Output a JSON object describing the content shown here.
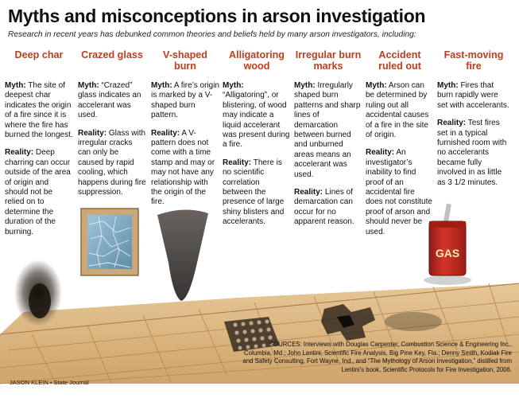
{
  "header": {
    "title": "Myths and misconceptions in arson investigation",
    "subtitle": "Research in recent years has debunked common theories and beliefs held by many arson investigators, including:"
  },
  "labels": {
    "myth": "Myth:",
    "reality": "Reality:"
  },
  "columns": [
    {
      "heading": "Deep char",
      "myth": "The site of deepest char indicates the origin of a fire since it is where the fire has burned the longest.",
      "reality": "Deep charring can occur outside of the area of origin and should not be relied on to determine the duration of the burning."
    },
    {
      "heading": "Crazed glass",
      "myth": "“Crazed” glass indicates an accelerant was used.",
      "reality": "Glass with irregular cracks can only be caused by rapid cooling, which happens during fire suppression."
    },
    {
      "heading": "V-shaped burn",
      "myth": "A fire’s origin is marked by a V-shaped burn pattern.",
      "reality": "A V-pattern does not come with a time stamp and may or may not have any relationship with the origin of the fire."
    },
    {
      "heading": "Alligatoring wood",
      "myth": "“Alligatoring”, or blistering, of wood may indicate a liquid accelerant was present during a fire.",
      "reality": "There is no scientific correlation between the presence of large shiny blisters and accelerants."
    },
    {
      "heading": "Irregular burn marks",
      "myth": "Irregularly shaped burn patterns and sharp lines of demarcation between burned and unburned areas means an accelerant was used.",
      "reality": "Lines of demarcation can occur for no apparent reason."
    },
    {
      "heading": "Accident ruled out",
      "myth": "Arson can be determined by ruling out all accidental causes of a fire in the site of origin.",
      "reality": "An investigator’s inability to find proof of an accidental fire does not constitute proof of arson and should never be used."
    },
    {
      "heading": "Fast-moving fire",
      "myth": "Fires that burn rapidly were set with accelerants.",
      "reality": "Test fires set in a typical furnished room with no accelerants became fully involved  in as little as 3 1/2 minutes."
    }
  ],
  "gas_can": {
    "label": "GAS",
    "color": "#c8281e"
  },
  "colors": {
    "heading": "#b8401f",
    "floor": "#d9b27a"
  },
  "source": "SOURCES: Interviews with Douglas Carpenter, Combustion Science & Engineering Inc., Columbia, Md.; John Lentini, Scientific Fire Analysis, Big Pine Key, Fla.; Denny Smith, Kodiak Fire and Safety Consulting, Fort Wayne, Ind., and “The Mythology of Arson Investigation,” distilled from Lentini’s book, Scientific Protocols for Fire Investigation, 2006.",
  "credit": "JASON KLEIN • State Journal"
}
